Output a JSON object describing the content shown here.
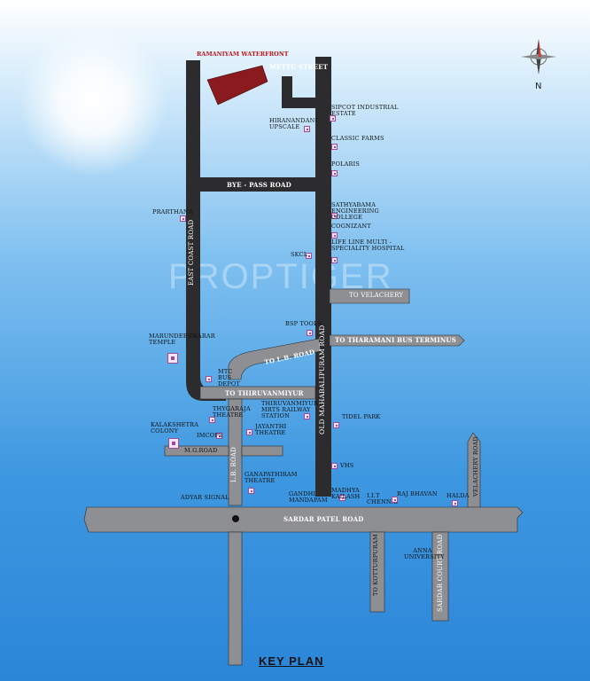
{
  "title": "KEY PLAN",
  "watermark": "PROPTIGER",
  "project": "RAMANIYAM WATERFRONT",
  "compass_letter": "N",
  "roads": {
    "mettu": "METTU STREET",
    "bypass": "BYE - PASS ROAD",
    "ecr": "EAST COAST ROAD",
    "omr": "OLD MAHABALIPURAM ROAD",
    "lb_top": "TO L.B. ROAD",
    "thiruvanmiyur": "TO THIRUVANMIYUR",
    "tharamani": "TO THARAMANI BUS TERMINUS",
    "velachery_top": "TO VELACHERY",
    "mgroad": "M.G.ROAD",
    "lbroad": "L.B. ROAD",
    "sardar": "SARDAR PATEL ROAD",
    "velachery": "VELACHERY ROAD",
    "sadar": "SARDAR COURT ROAD",
    "kotturpuram": "TO KOTTURPURAM"
  },
  "landmarks": {
    "sipcot": "SIPCOT INDUSTRIAL ESTATE",
    "hiranandani": "HIRANANDANI UPSCALE",
    "classic": "CLASSIC FARMS",
    "polaris": "POLARIS",
    "sathyabama": "SATHYABAMA ENGINEERING COLLEGE",
    "cognizant": "COGNIZANT",
    "lifeline": "LIFE LINE MULTI - SPECIALITY HOSPITAL",
    "skcl": "SKCL",
    "prarthana": "PRARTHANA",
    "bsp": "BSP TOOLS",
    "marundeeswarar": "MARUNDEESWARAR TEMPLE",
    "mtc": "MTC BUS DEPOT",
    "thiruvanmiyur_station": "THIRUVANMIYUR MRTS RAILWAY STATION",
    "tidel": "TIDEL PARK",
    "thygaraja": "THYGARAJA THEATRE",
    "jayanthi": "JAYANTHI THEATRE",
    "kalakshetra": "KALAKSHETRA COLONY",
    "imcops": "IMCOPS",
    "vhs": "VHS",
    "ganapathiram": "GANAPATHIRAM THEATRE",
    "gandhi": "GANDHI MANDAPAM",
    "madhya": "MADHYA KAILASH",
    "iit": "I.I.T CHENNAI",
    "raj": "RAJ BHAVAN",
    "halda": "HALDA",
    "adyar": "ADYAR SIGNAL",
    "anna": "ANNA UNIVERSITY"
  }
}
